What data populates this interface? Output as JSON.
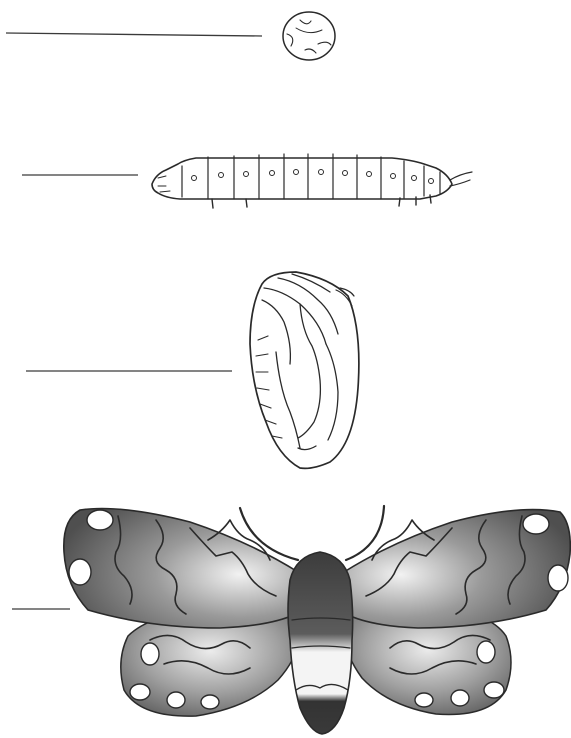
{
  "diagram": {
    "stages": [
      {
        "id": "egg",
        "label": ""
      },
      {
        "id": "larva",
        "label": ""
      },
      {
        "id": "pupa",
        "label": ""
      },
      {
        "id": "adult",
        "label": ""
      }
    ],
    "colors": {
      "ink": "#2a2a2a",
      "wing_dark": "#4a4a4a",
      "wing_mid": "#8c8c8c",
      "wing_light": "#d6d6d6",
      "paper": "#ffffff"
    }
  }
}
